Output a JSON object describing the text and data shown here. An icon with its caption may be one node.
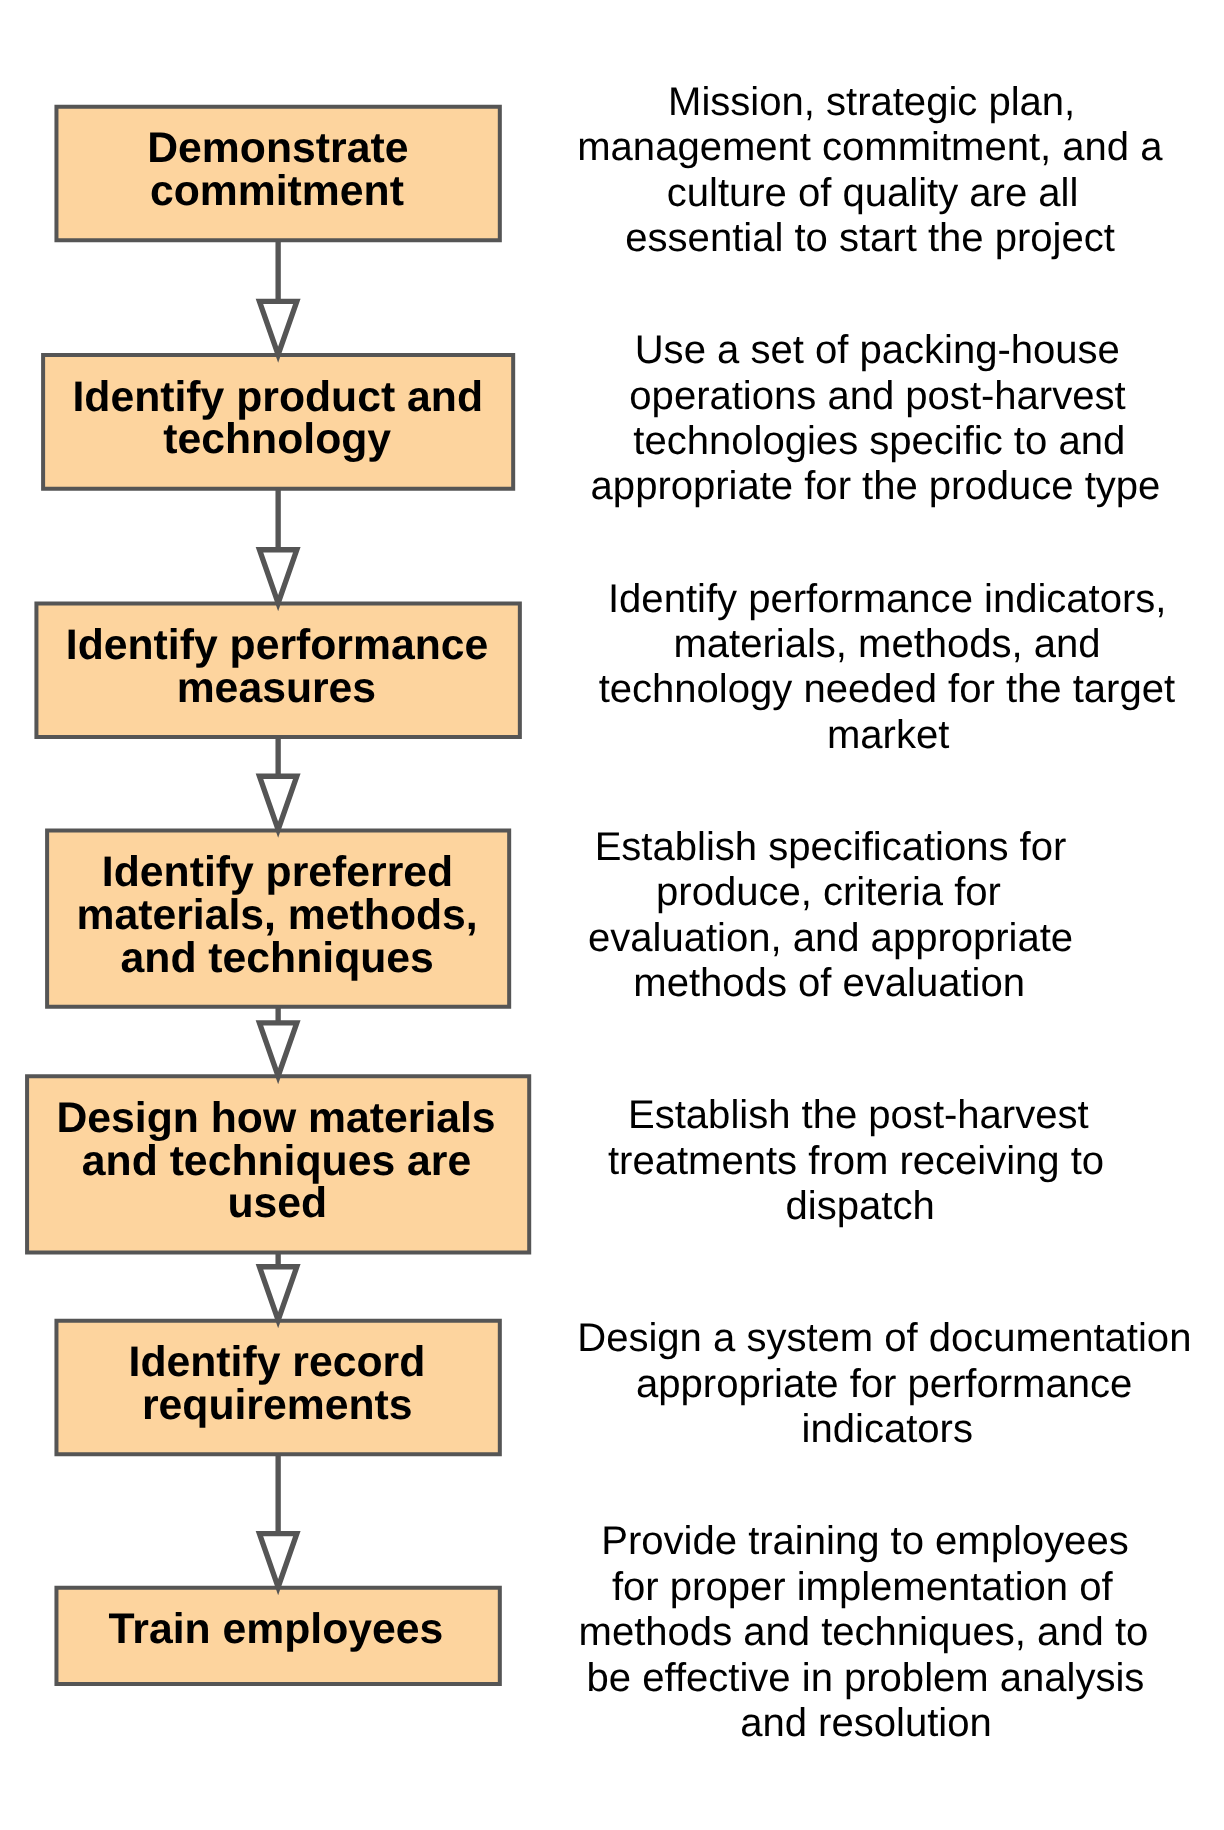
{
  "diagram": {
    "nodes": [
      {
        "text": [
          "Demonstrate commitment"
        ],
        "beside": [
          "Mission, strategic plan, management commitment, and a culture of quality are all essential to start the project"
        ]
      },
      {
        "text": [
          "Identify product and technology"
        ],
        "beside": [
          "Use a set of packing-house operations and post-harvest technologies specific to and appropriate for the produce type"
        ]
      },
      {
        "text": [
          "Identify performance measures"
        ],
        "beside": [
          "Identify performance indicators, materials, methods, and technology needed for the target market"
        ]
      },
      {
        "text": [
          "Identify preferred materials, methods, and techniques"
        ],
        "beside": [
          "Establish specifications for produce, criteria for evaluation, and appropriate methods of evaluation"
        ]
      },
      {
        "text": [
          "Design how materials and techniques are used"
        ],
        "beside": [
          "Establish the post-harvest treatments from receiving to dispatch"
        ]
      },
      {
        "text": [
          "Identify record requirements"
        ],
        "beside": [
          "Design a system of documentation appropriate for performance indicators"
        ]
      },
      {
        "text": [
          "Train employees"
        ],
        "beside": [
          "Provide training to employees for proper implementation of methods and techniques, and to be effective in problem analysis and resolution"
        ]
      }
    ],
    "edges": [
      {
        "from": 0,
        "to": 1,
        "arrow": "to"
      },
      {
        "from": 1,
        "to": 2,
        "arrow": "to"
      },
      {
        "from": 2,
        "to": 3,
        "arrow": "to"
      },
      {
        "from": 3,
        "to": 4,
        "arrow": "to"
      },
      {
        "from": 4,
        "to": 5,
        "arrow": "to"
      },
      {
        "from": 5,
        "to": 6,
        "arrow": "to"
      }
    ]
  }
}
